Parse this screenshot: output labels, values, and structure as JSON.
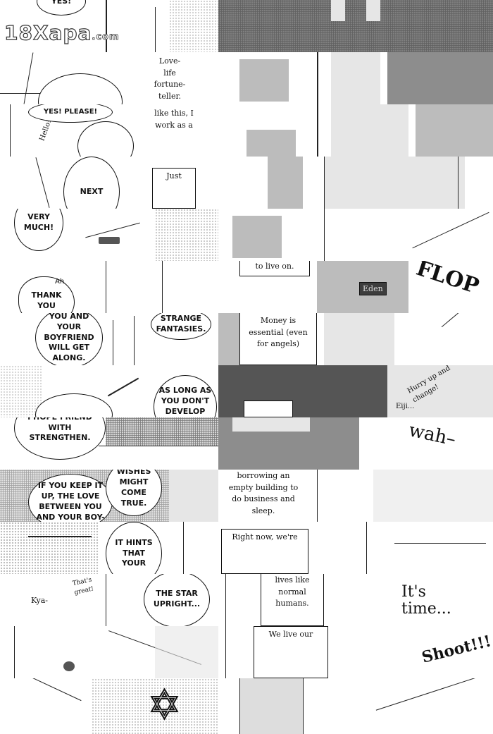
{
  "watermark": {
    "main": "18Xapa",
    "suffix": ".com"
  },
  "left_column": {
    "row0": {
      "bubble": "YES!"
    },
    "row1": {
      "caption": "Love-life fortune-teller."
    },
    "row2": {
      "bubble": "YES! PLEASE!",
      "small": "Hello!",
      "caption": "like this, I work as a"
    },
    "row3": {
      "bubble": "NEXT",
      "caption": "Just"
    },
    "row4": {
      "bubble": "VERY MUCH!"
    },
    "row5": {
      "bubble_a": "Ah",
      "bubble_b": "THANK YOU"
    },
    "row6": {
      "bubble_a": "YOU AND YOUR BOYFRIEND WILL GET ALONG.",
      "bubble_b": "STRANGE FANTASIES."
    },
    "row7": {
      "bubble": "AS LONG AS YOU DON'T DEVELOP ANY"
    },
    "row8": {
      "bubble": "I HOPE FRIEND WITH STRENGTHEN."
    },
    "row9": {
      "bubble_a": "WISHES MIGHT COME TRUE.",
      "bubble_b": "IF YOU KEEP IT UP, THE LOVE BETWEEN YOU AND YOUR BOY-"
    },
    "row10": {
      "bubble": "IT HINTS THAT YOUR"
    },
    "row11": {
      "small_a": "Kya-",
      "small_b": "That's great!",
      "bubble": "THE STAR UPRIGHT..."
    },
    "row13": {
      "star": "✡"
    }
  },
  "right_column": {
    "row5": {
      "caption": "to live on.",
      "sign": "Eden",
      "sfx": "FLOP"
    },
    "row6": {
      "caption": "Money is essential (even for angels)"
    },
    "row7": {
      "small": "Hurry up and change!",
      "name": "Eiji..."
    },
    "row8": {
      "sfx": "wah–"
    },
    "row9": {
      "caption": "borrowing an empty building to do business and sleep."
    },
    "row10": {
      "caption": "Right now, we're"
    },
    "row11": {
      "caption": "lives like normal humans.",
      "sfx": "It's time..."
    },
    "row12": {
      "caption": "We live our",
      "sfx": "Shoot!!!"
    }
  }
}
